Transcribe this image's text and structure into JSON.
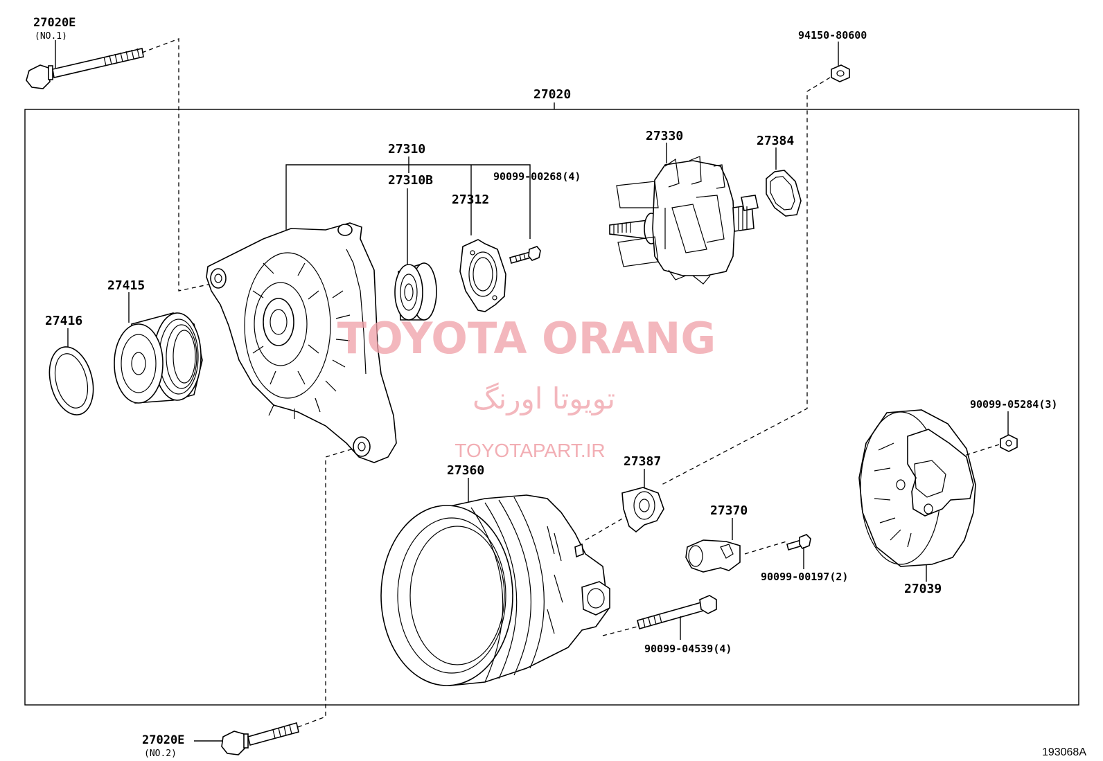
{
  "labels": {
    "bolt_no1_part": "27020E",
    "bolt_no1_note": "(NO.1)",
    "bolt_no2_part": "27020E",
    "bolt_no2_note": "(NO.2)",
    "assembly": "27020",
    "nut_top": "94150-80600",
    "frame_a": "27310",
    "frame_b": "27310B",
    "retainer": "27312",
    "screw_retainer": "90099-00268(4)",
    "rotor": "27330",
    "rotor_cover": "27384",
    "pulley": "27415",
    "pulley_cap": "27416",
    "nut_cover": "90099-05284(3)",
    "stator_frame": "27360",
    "insulator": "27387",
    "brush_holder": "27370",
    "screw_brush": "90099-00197(2)",
    "rear_cover": "27039",
    "through_bolt": "90099-04539(4)",
    "diagram_code": "193068A"
  },
  "watermark": {
    "title": "TOYOTA ORANG",
    "subtitle_fa": "تویوتا اورنگ",
    "url": "TOYOTAPART.IR",
    "color": "#f0a0a8"
  }
}
